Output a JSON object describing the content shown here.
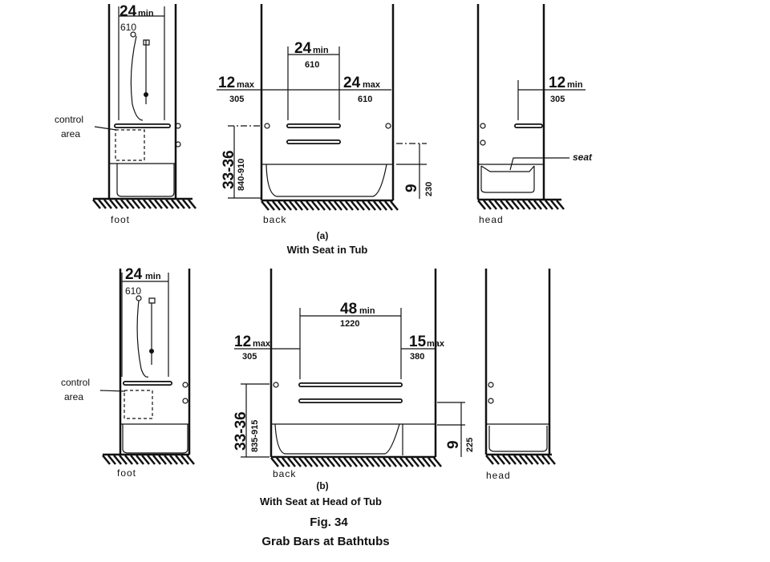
{
  "figure": {
    "number": "Fig. 34",
    "title": "Grab Bars at Bathtubs"
  },
  "panel_a": {
    "letter": "(a)",
    "caption": "With Seat in Tub",
    "foot": {
      "label": "foot",
      "control_area": [
        "control",
        "area"
      ],
      "dim_width": {
        "value": "24",
        "qualifier": "min",
        "metric": "610"
      }
    },
    "back": {
      "label": "back",
      "dim_bar_length": {
        "value": "24",
        "qualifier": "min",
        "metric": "610"
      },
      "dim_left": {
        "value": "12",
        "qualifier": "max",
        "metric": "305"
      },
      "dim_right": {
        "value": "24",
        "qualifier": "max",
        "metric": "610"
      },
      "dim_height": {
        "value": "33-36",
        "metric": "840-910"
      },
      "dim_low_bar": {
        "value": "9",
        "metric": "230"
      }
    },
    "head": {
      "label": "head",
      "seat_label": "seat",
      "dim_from_wall": {
        "value": "12",
        "qualifier": "min",
        "metric": "305"
      }
    }
  },
  "panel_b": {
    "letter": "(b)",
    "caption": "With Seat at Head of Tub",
    "foot": {
      "label": "foot",
      "control_area": [
        "control",
        "area"
      ],
      "dim_width": {
        "value": "24",
        "qualifier": "min",
        "metric": "610"
      }
    },
    "back": {
      "label": "back",
      "dim_bar_length": {
        "value": "48",
        "qualifier": "min",
        "metric": "1220"
      },
      "dim_left": {
        "value": "12",
        "qualifier": "max",
        "metric": "305"
      },
      "dim_right": {
        "value": "15",
        "qualifier": "max",
        "metric": "380"
      },
      "dim_height": {
        "value": "33-36",
        "metric": "835-915"
      },
      "dim_low_bar": {
        "value": "9",
        "metric": "225"
      }
    },
    "head": {
      "label": "head"
    }
  }
}
